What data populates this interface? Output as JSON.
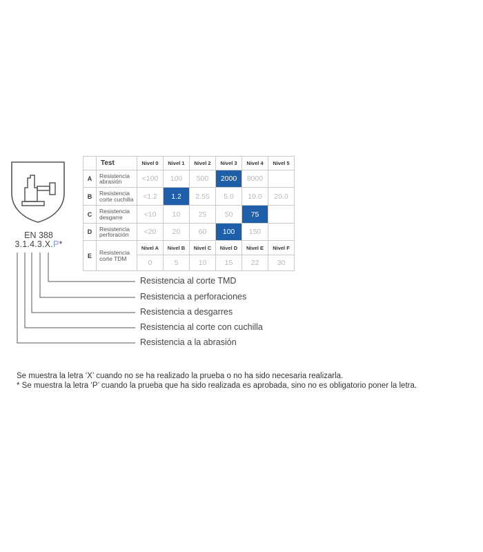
{
  "standard": {
    "title": "EN 388",
    "code_main": "3.1.4.3.X.",
    "code_letter": "P",
    "code_suffix": "*",
    "icon": "glove-hammer-shield-icon"
  },
  "table": {
    "header": [
      "Test",
      "Nivel 0",
      "Nivel 1",
      "Nivel 2",
      "Nivel 3",
      "Nivel 4",
      "Nivel 5"
    ],
    "rows": [
      {
        "letter": "A",
        "test_line1": "Resistencia",
        "test_line2": "abrasión",
        "values": [
          "<100",
          "100",
          "500",
          "2000",
          "8000",
          ""
        ],
        "highlight": 3
      },
      {
        "letter": "B",
        "test_line1": "Resistencia",
        "test_line2": "corte cuchilla",
        "values": [
          "<1.2",
          "1.2",
          "2.55",
          "5.0",
          "10.0",
          "20.0"
        ],
        "highlight": 1
      },
      {
        "letter": "C",
        "test_line1": "Resistencia",
        "test_line2": "desgarre",
        "values": [
          "<10",
          "10",
          "25",
          "50",
          "75",
          ""
        ],
        "highlight": 4
      },
      {
        "letter": "D",
        "test_line1": "Resistencia",
        "test_line2": "perforación",
        "values": [
          "<20",
          "20",
          "60",
          "100",
          "150",
          ""
        ],
        "highlight": 3
      }
    ],
    "row_e": {
      "letter": "E",
      "test_line1": "Resistencia",
      "test_line2": "corte TDM",
      "levels": [
        "Nivel A",
        "Nivel B",
        "Nivel C",
        "Nivel D",
        "Nivel E",
        "Nivel F"
      ],
      "values": [
        "0",
        "5",
        "10",
        "15",
        "22",
        "30"
      ]
    },
    "highlight_color": "#1f5ea8"
  },
  "legend": [
    "Resistencia al corte TMD",
    "Resistencia a perforaciones",
    "Resistencia a desgarres",
    "Resistencia al corte con cuchilla",
    "Resistencia a la abrasión"
  ],
  "notes": [
    "Se muestra la letra ‘X’ cuando no se ha realizado la prueba o no ha sido necesaria realizarla.",
    "* Se muestra la letra ‘P’ cuando la prueba que ha sido realizada es aprobada, sino no es obligatorio poner la letra."
  ]
}
